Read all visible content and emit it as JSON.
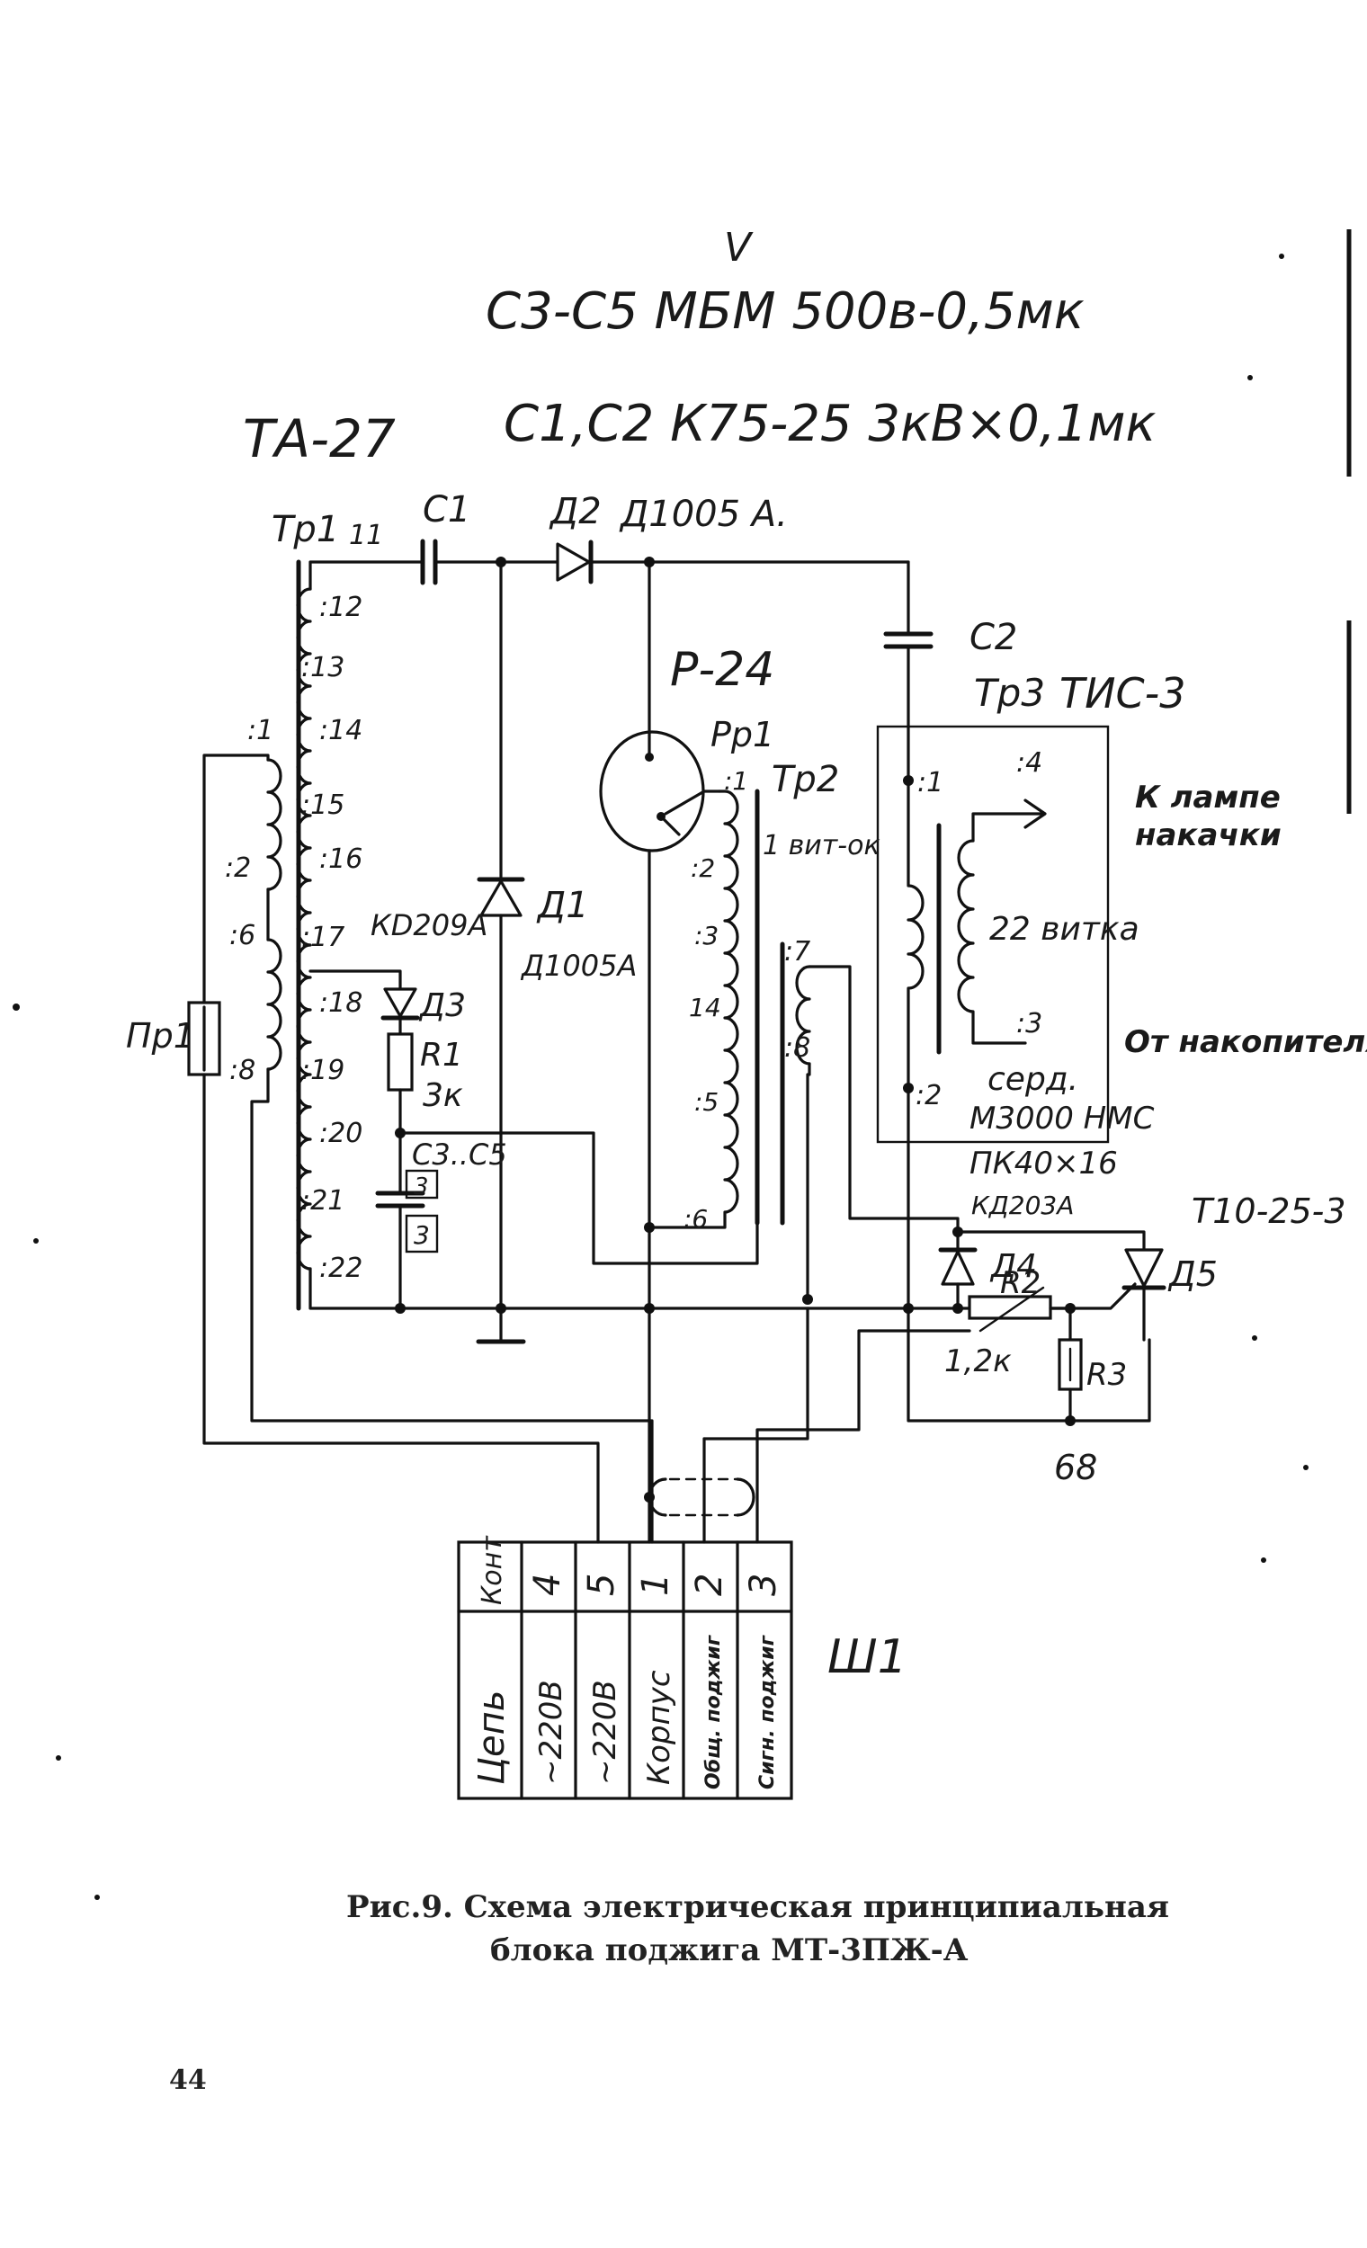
{
  "notes": {
    "top_line": "С3-С5 МБМ 500в-0,5мк",
    "check_mark": "V",
    "model": "ТА-27",
    "c1c2": "С1,С2 К75-25 3кВ×0,1мк",
    "d2_note": "Д1005 А."
  },
  "labels": {
    "tr1": "Тр1",
    "c1": "С1",
    "d2": "Д2",
    "c2": "С2",
    "tr3": "Тр3",
    "tis3": "ТИС-3",
    "p24": "Р-24",
    "pp1": "Рр1",
    "tr2": "Тр2",
    "tr2_winding": "1 вит-ок",
    "d1": "Д1",
    "d1_type": "Д1005А",
    "kd209": "КD209А",
    "d3": "Д3",
    "r1": "R1",
    "r1_val": "3к",
    "c3c5": "С3..С5",
    "cap_n1": "3",
    "cap_n2": "3",
    "pr1": "Пр1",
    "lamp": "К лампе накачки",
    "turns22": "22 витка",
    "from_store": "От накопителя",
    "core1": "серд.",
    "core2": "М3000 НМС",
    "core3": "ПК40×16",
    "kd203": "КД203А",
    "d4": "Д4",
    "r2": "R2",
    "r2_val": "1,2к",
    "r3": "R3",
    "r3_val": "68",
    "t10": "Т10-25-3",
    "d5": "Д5",
    "sh1": "Ш1"
  },
  "pins": {
    "tr1_left": [
      ":1",
      ":2",
      ":6",
      ":8"
    ],
    "tr1_right": [
      "11",
      ":12",
      ":13",
      ":14",
      ":15",
      ":16",
      ":17",
      ":18",
      ":19",
      ":20",
      ":21",
      ":22"
    ],
    "pp1": [
      ":1",
      ":2",
      ":3",
      "14",
      ":5",
      ":6"
    ],
    "tr2": [
      ":7",
      ":8"
    ],
    "tr3": [
      ":1",
      ":4",
      ":3",
      ":2"
    ]
  },
  "connector": {
    "header_contact": "Конт",
    "header_circuit": "Цепь",
    "rows": [
      {
        "contact": "4",
        "circuit": "~220В"
      },
      {
        "contact": "5",
        "circuit": "~220В"
      },
      {
        "contact": "1",
        "circuit": "Корпус"
      },
      {
        "contact": "2",
        "circuit": "Общ. поджиг"
      },
      {
        "contact": "3",
        "circuit": "Сигн. поджиг"
      }
    ]
  },
  "caption": {
    "line1": "Рис.9. Схема электрическая принципиальная",
    "line2": "блока поджига МТ-3ПЖ-А"
  },
  "page_number": "44"
}
